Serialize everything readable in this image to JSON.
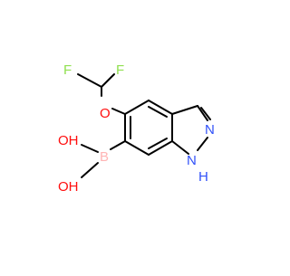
{
  "molecule": {
    "atoms": {
      "F1": "F",
      "F2": "F",
      "O_ether": "O",
      "B": "B",
      "OH_upper": "OH",
      "OH_lower": "OH",
      "N2": "N",
      "N1": "N",
      "H_on_N1": "H"
    },
    "colors": {
      "bond": "#000000",
      "F": "#90e050",
      "O": "#ff0d0d",
      "B": "#ffb5b5",
      "N": "#3050f8"
    }
  }
}
